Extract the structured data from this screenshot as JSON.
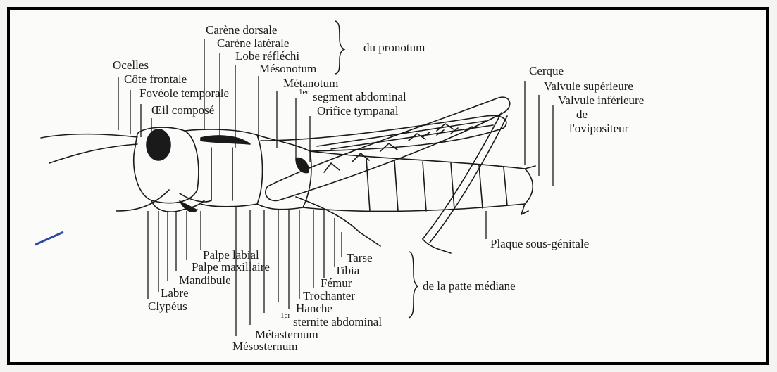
{
  "labels": {
    "carene_dorsale": "Carène dorsale",
    "carene_laterale": "Carène latérale",
    "lobe_reflechi": "Lobe réfléchi",
    "du_pronotum": "du pronotum",
    "mesonotum": "Mésonotum",
    "metanotum": "Métanotum",
    "seg_abd": "segment abdominal",
    "seg_abd_sup": "1er",
    "orifice_tympanal": "Orifice tympanal",
    "ocelles": "Ocelles",
    "cote_frontale": "Côte frontale",
    "foveole_temporale": "Fovéole temporale",
    "oeil_compose": "Œil composé",
    "cerque": "Cerque",
    "valvule_sup": "Valvule supérieure",
    "valvule_inf": "Valvule inférieure",
    "de": "de",
    "ovipositeur": "l'ovipositeur",
    "plaque": "Plaque sous-génitale",
    "palpe_labial": "Palpe labial",
    "palpe_maxillaire": "Palpe maxillaire",
    "mandibule": "Mandibule",
    "labre": "Labre",
    "clypeus": "Clypéus",
    "tarse": "Tarse",
    "tibia": "Tibia",
    "femur": "Fémur",
    "trochanter": "Trochanter",
    "hanche": "Hanche",
    "sternite_sup": "1er",
    "sternite": "sternite abdominal",
    "metasternum": "Métasternum",
    "mesosternum": "Mésosternum",
    "patte_mediane": "de la patte médiane"
  },
  "colors": {
    "ink": "#1a1a1a",
    "frame": "#000000",
    "pen_mark": "#2c4aa0",
    "background": "#f4f4f2"
  }
}
